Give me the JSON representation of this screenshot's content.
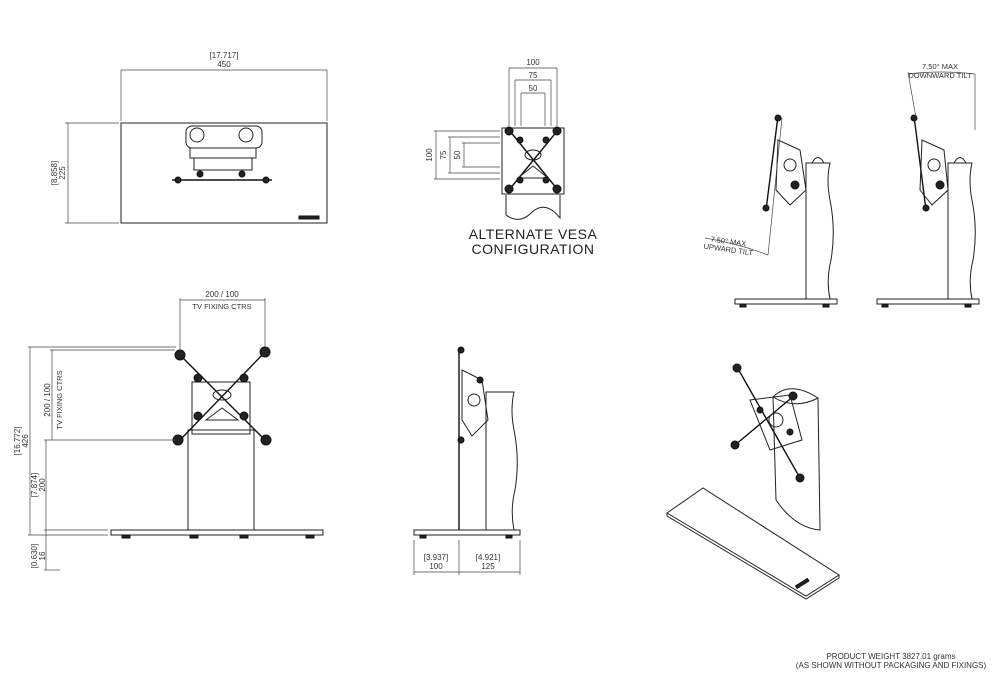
{
  "top_view": {
    "width_in": "[17.717]",
    "width_mm": "450",
    "height_in": "[8.858]",
    "height_mm": "225"
  },
  "alt_vesa": {
    "dim_100_h": "100",
    "dim_75_h": "75",
    "dim_50_h": "50",
    "dim_100_v": "100",
    "dim_75_v": "75",
    "dim_50_v": "50",
    "title_line1": "ALTERNATE VESA",
    "title_line2": "CONFIGURATION"
  },
  "tilt": {
    "upward_value": "7.50° MAX",
    "upward_label": "UPWARD TILT",
    "downward_value": "7.50° MAX",
    "downward_label": "DOWNWARD TILT"
  },
  "front_view": {
    "fixing_top_value": "200 / 100",
    "fixing_top_label": "TV FIXING CTRS",
    "fixing_side_value": "200 / 100",
    "fixing_side_label": "TV FIXING CTRS",
    "overall_in": "[16.772]",
    "overall_mm": "426",
    "mid_in": "[7.874]",
    "mid_mm": "200",
    "base_in": "[0.630]",
    "base_mm": "16"
  },
  "side_view": {
    "left_in": "[3.937]",
    "left_mm": "100",
    "right_in": "[4.921]",
    "right_mm": "125"
  },
  "footer": {
    "weight": "PRODUCT WEIGHT 3827.01 grams",
    "note": "(AS SHOWN WITHOUT PACKAGING AND FIXINGS)"
  }
}
